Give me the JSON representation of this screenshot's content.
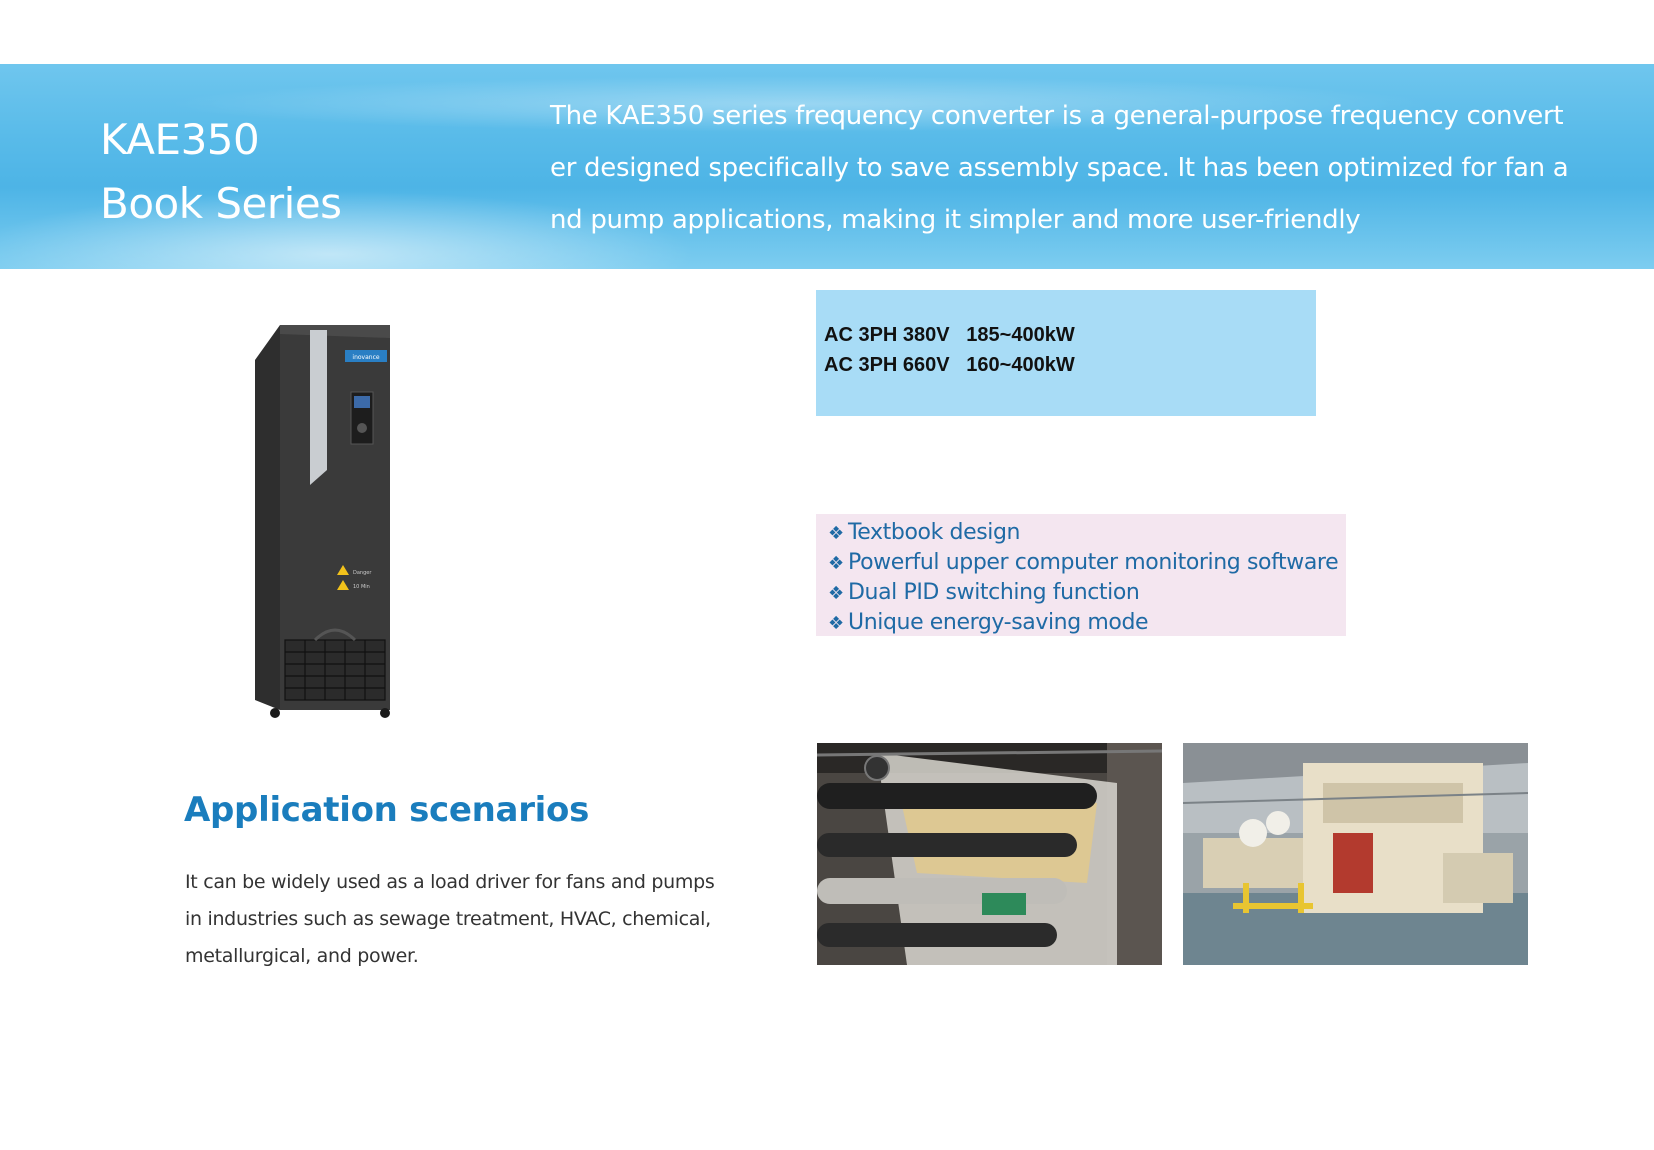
{
  "banner": {
    "title_line1": "KAE350",
    "title_line2": "Book Series",
    "description": "The KAE350 series frequency converter is a general-purpose frequency converter designed specifically to save assembly space. It has been optimized for fan and pump applications, making it simpler and more user-friendly"
  },
  "product": {
    "brand_label": "inovance",
    "warning_text_1": "Danger",
    "warning_text_2": "10 Min"
  },
  "specs": [
    "AC 3PH 380V   185~400kW",
    "AC 3PH 660V   160~400kW"
  ],
  "features": {
    "bullet": "❖",
    "items": [
      "Textbook design",
      "Powerful upper computer monitoring software",
      "Dual PID switching function",
      "Unique energy-saving mode"
    ]
  },
  "application": {
    "title": "Application scenarios",
    "text": "It can be widely used as a load driver for fans and pumps in industries such as sewage treatment, HVAC, chemical, metallurgical, and power."
  },
  "colors": {
    "banner_blue": "#59bbe9",
    "spec_bg": "#a8dcf6",
    "feature_bg": "#f4e6f0",
    "accent_blue": "#1a7dbd"
  }
}
